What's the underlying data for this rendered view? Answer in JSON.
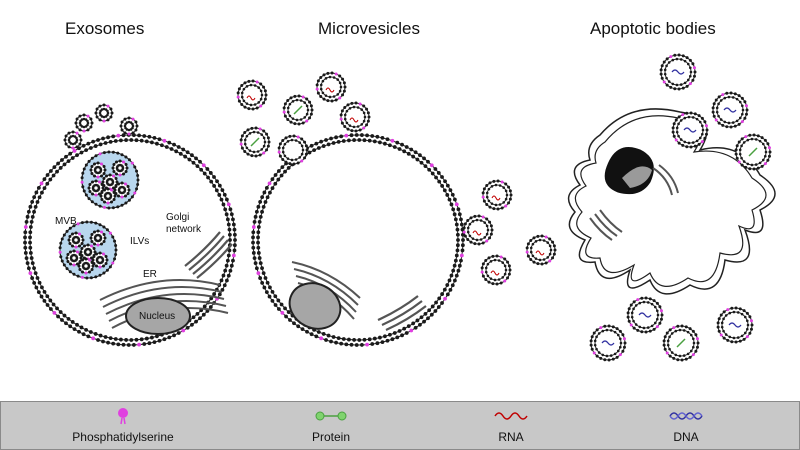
{
  "titles": {
    "exosomes": "Exosomes",
    "microvesicles": "Microvesicles",
    "apoptotic_bodies": "Apoptotic bodies"
  },
  "labels": {
    "mvb": "MVB",
    "ilvs": "ILVs",
    "golgi_line1": "Golgi",
    "golgi_line2": "network",
    "er": "ER",
    "nucleus": "Nucleus"
  },
  "legend": [
    {
      "label": "Phosphatidylserine",
      "icon": "phosphatidylserine-icon",
      "color": "#e040e0"
    },
    {
      "label": "Protein",
      "icon": "protein-icon",
      "color": "#7fd36e"
    },
    {
      "label": "RNA",
      "icon": "rna-icon",
      "color": "#c00000"
    },
    {
      "label": "DNA",
      "icon": "dna-icon",
      "color": "#3030a0"
    }
  ],
  "colors": {
    "membrane": "#1a1a1a",
    "phosphatidylserine": "#e040e0",
    "mvb_fill": "#b9d7ee",
    "nucleus_fill": "#a6a6a6",
    "legend_bg": "#c8c8c8"
  }
}
